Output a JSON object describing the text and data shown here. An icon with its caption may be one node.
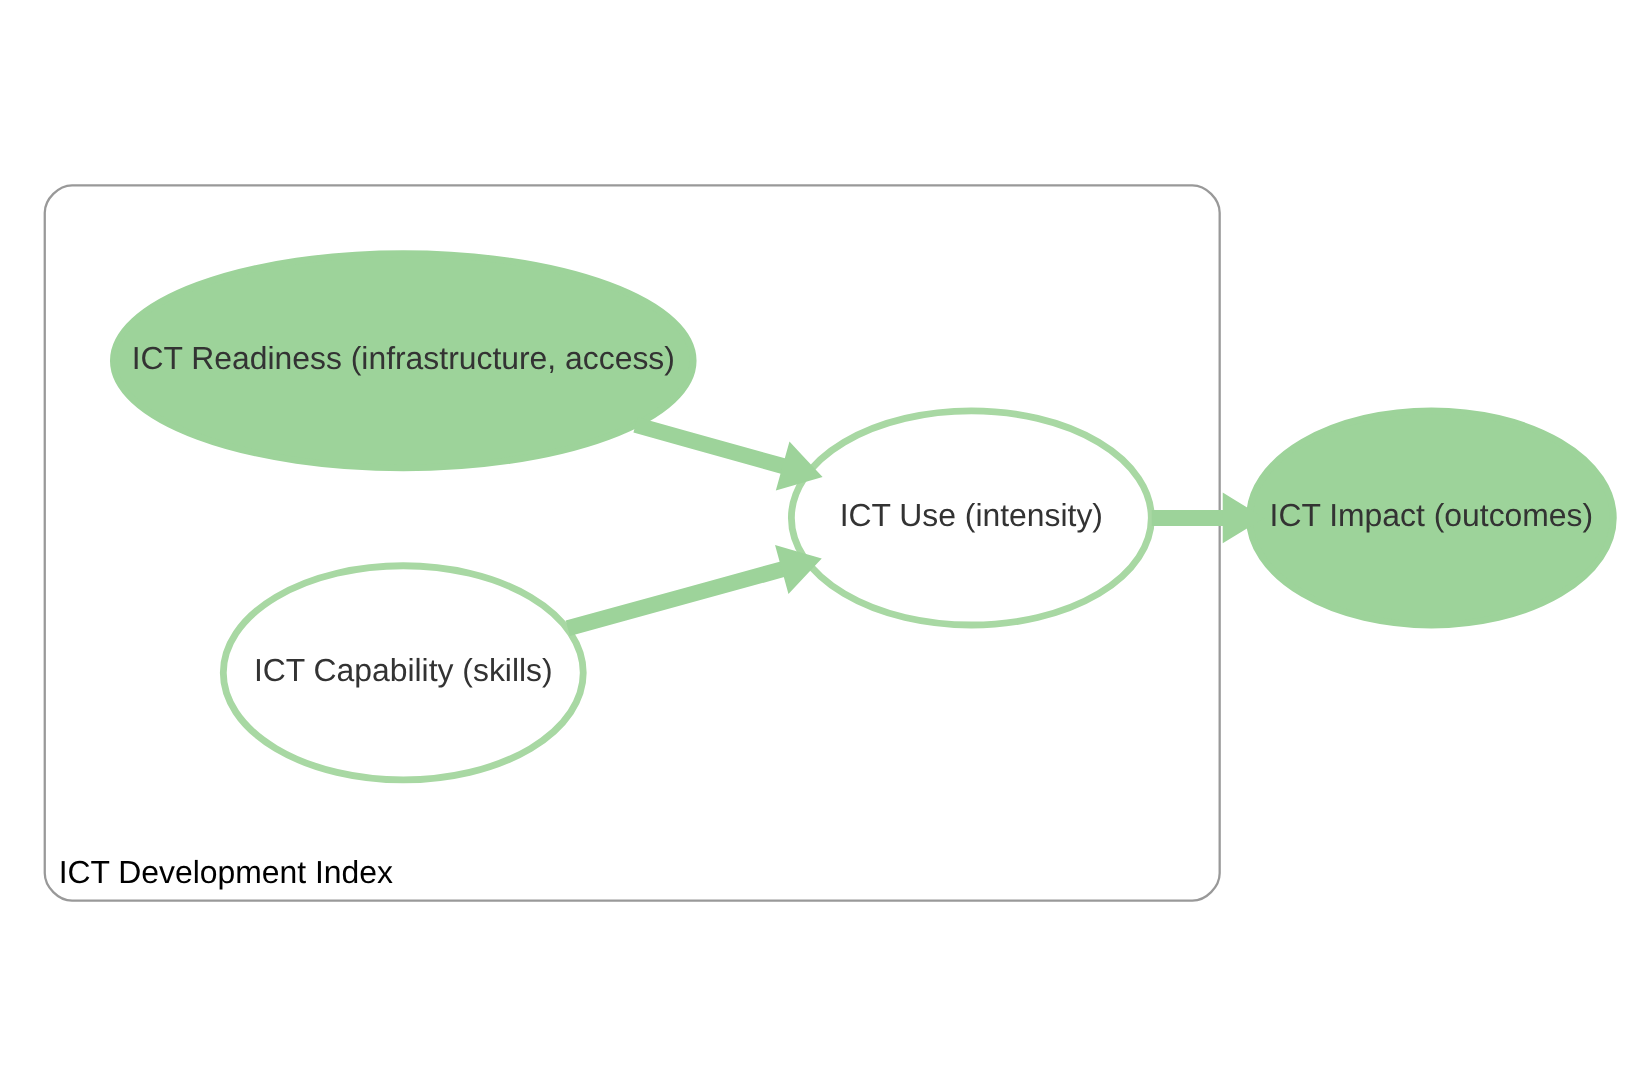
{
  "diagram": {
    "nodes": [
      {
        "text": [
          "ICT Development Index"
        ]
      },
      {
        "text": [
          "ICT Readiness (infrastructure, access)"
        ],
        "in": 0
      },
      {
        "text": [
          "ICT Use (intensity)"
        ],
        "in": 0
      },
      {
        "text": [
          "ICT Capability (skills)"
        ],
        "in": 0
      },
      {
        "text": [
          "ICT Impact (outcomes)"
        ]
      }
    ],
    "edges": [
      {
        "from": 1,
        "to": 2,
        "arrow": "to"
      },
      {
        "from": 3,
        "to": 2,
        "arrow": "to"
      },
      {
        "from": 2,
        "to": 4,
        "arrow": "to"
      }
    ]
  }
}
